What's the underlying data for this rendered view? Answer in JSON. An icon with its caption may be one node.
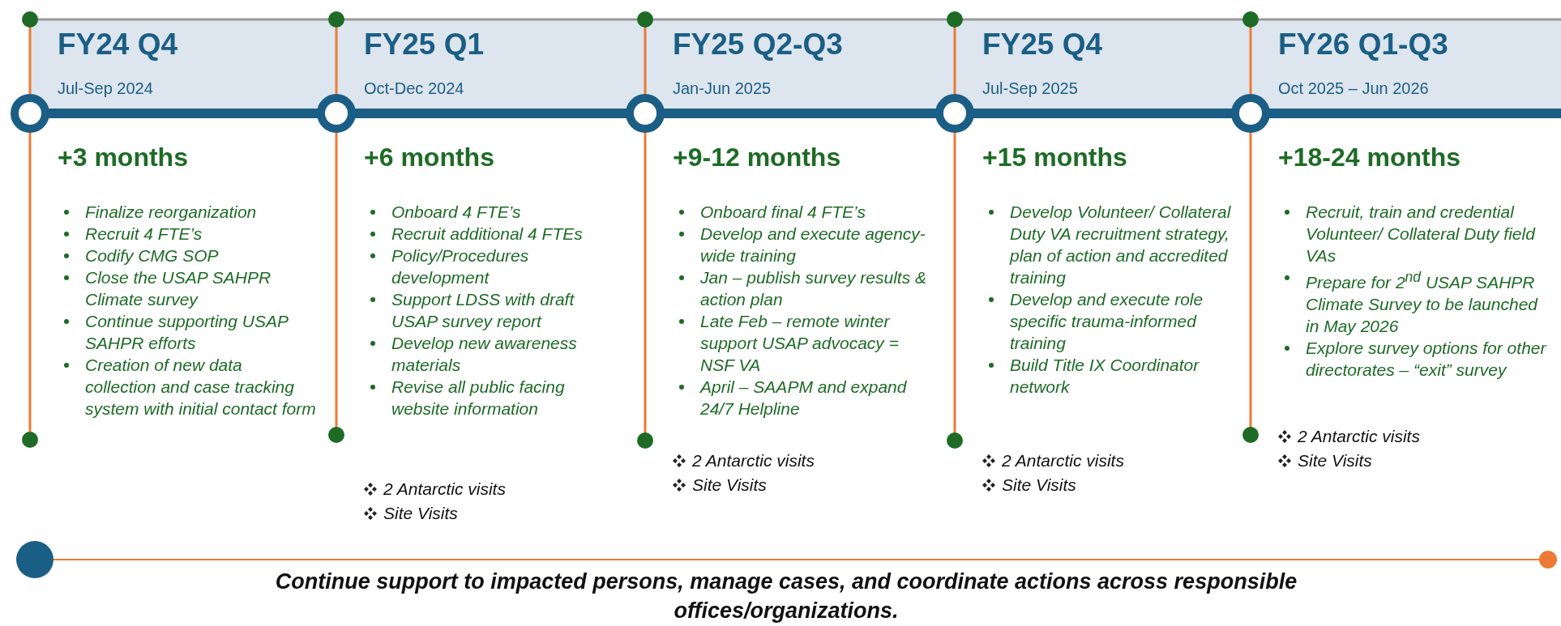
{
  "diagram": {
    "caption": "Continue support to impacted persons, manage cases, and coordinate actions across responsible offices/organizations.",
    "nodes": [
      {
        "text": [
          "FY24 Q4",
          "Jul-Sep 2024",
          "+3 months",
          "Finalize reorganization",
          "Recruit 4 FTE’s",
          "Codify CMG SOP",
          "Close the USAP SAHPR Climate survey",
          "Continue supporting USAP SAHPR efforts",
          "Creation of new data collection and case tracking system with initial contact form"
        ]
      },
      {
        "text": [
          "FY25 Q1",
          "Oct-Dec 2024",
          "+6 months",
          "Onboard 4 FTE’s",
          "Recruit additional 4 FTEs",
          "Policy/Procedures development",
          "Support LDSS with draft USAP survey report",
          "Develop new awareness materials",
          "Revise all public facing website information"
        ]
      },
      {
        "text": [
          "FY25 Q2-Q3",
          "Jan-Jun 2025",
          "+9-12 months",
          "Onboard final 4 FTE’s",
          "Develop and execute agency-wide training",
          "Jan – publish survey results & action plan",
          "Late Feb – remote winter support USAP advocacy = NSF VA",
          "April – SAAPM  and expand 24/7 Helpline"
        ]
      },
      {
        "text": [
          "FY25 Q4",
          "Jul-Sep 2025",
          "+15 months",
          "Develop Volunteer/ Collateral Duty VA recruitment strategy, plan of action and accredited training",
          "Develop  and execute role specific trauma-informed training",
          "Build Title IX Coordinator network"
        ]
      },
      {
        "text": [
          "FY26 Q1-Q3",
          "Oct 2025 – Jun 2026",
          "+18-24 months",
          "Recruit, train and credential Volunteer/ Collateral Duty field VAs",
          "Prepare for 2$^{nd}$ USAP SAHPR Climate Survey to be launched in May 2026",
          "Explore survey options for other directorates – “exit” survey"
        ]
      }
    ],
    "labels": [
      "2 Antarctic visits",
      "Site Visits",
      "2 Antarctic visits",
      "Site Visits",
      "2 Antarctic visits",
      "Site Visits",
      "2 Antarctic visits",
      "Site Visits"
    ]
  }
}
